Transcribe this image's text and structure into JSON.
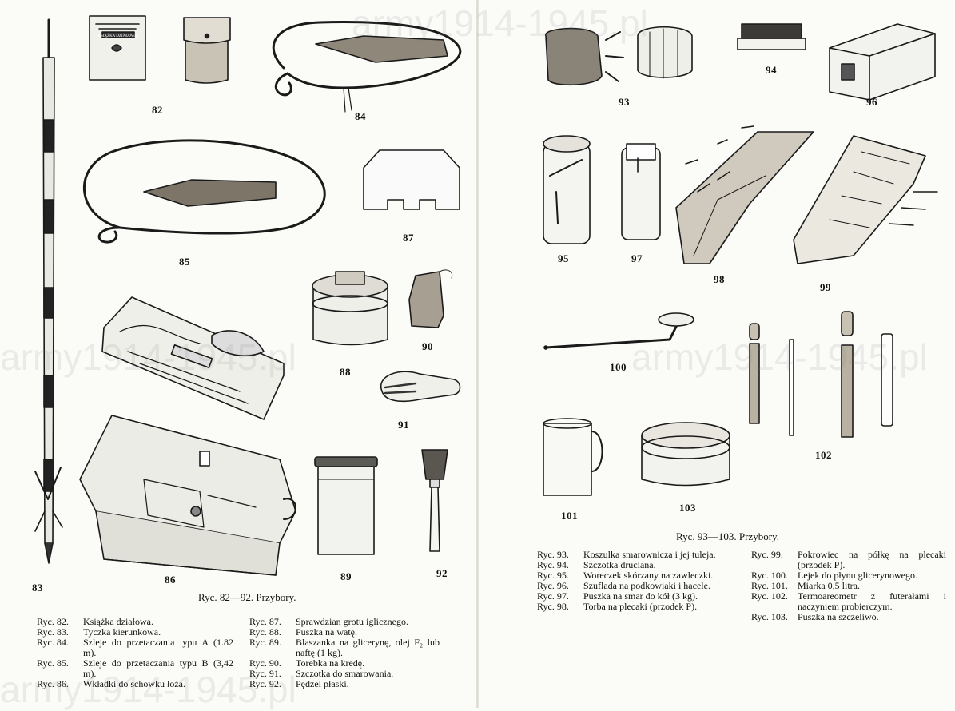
{
  "watermark": "army1914-1945.pl",
  "left_page": {
    "figure_numbers": [
      "82",
      "83",
      "84",
      "85",
      "86",
      "87",
      "88",
      "89",
      "90",
      "91",
      "92"
    ],
    "book_label": "KSIĄŻKA DZIAŁOWA",
    "caption": "Ryc. 82—92. Przybory.",
    "legend_col1": [
      {
        "ref": "Ryc. 82.",
        "text": "Książka działowa."
      },
      {
        "ref": "Ryc. 83.",
        "text": "Tyczka kierunkowa."
      },
      {
        "ref": "Ryc. 84.",
        "text": "Szleje do przetaczania typu A (1.82 m)."
      },
      {
        "ref": "Ryc. 85.",
        "text": "Szleje do przetaczania typu B (3,42 m)."
      },
      {
        "ref": "Ryc. 86.",
        "text": "Wkładki do schowku łoża."
      }
    ],
    "legend_col2": [
      {
        "ref": "Ryc. 87.",
        "text": "Sprawdzian grotu iglicznego."
      },
      {
        "ref": "Ryc. 88.",
        "text": "Puszka na watę."
      },
      {
        "ref": "Ryc. 89.",
        "text": "Blaszanka na glicerynę, olej F₂ lub naftę (1 kg)."
      },
      {
        "ref": "Ryc. 90.",
        "text": "Torebka na kredę."
      },
      {
        "ref": "Ryc. 91.",
        "text": "Szczotka do smarowania."
      },
      {
        "ref": "Ryc. 92.",
        "text": "Pędzel płaski."
      }
    ]
  },
  "right_page": {
    "figure_numbers": [
      "93",
      "94",
      "95",
      "96",
      "97",
      "98",
      "99",
      "100",
      "101",
      "102",
      "103"
    ],
    "caption": "Ryc. 93—103. Przybory.",
    "legend_col1": [
      {
        "ref": "Ryc. 93.",
        "text": "Koszulka smarownicza i jej tuleja."
      },
      {
        "ref": "Ryc. 94.",
        "text": "Szczotka druciana."
      },
      {
        "ref": "Ryc. 95.",
        "text": "Woreczek skórzany na zawleczki."
      },
      {
        "ref": "Ryc. 96.",
        "text": "Szuflada na podkowiaki i hacele."
      },
      {
        "ref": "Ryc. 97.",
        "text": "Puszka na smar do kół (3 kg)."
      },
      {
        "ref": "Ryc. 98.",
        "text": "Torba na plecaki (przodek P)."
      }
    ],
    "legend_col2": [
      {
        "ref": "Ryc. 99.",
        "text": "Pokrowiec na półkę na plecaki (przodek P)."
      },
      {
        "ref": "Ryc. 100.",
        "text": "Lejek do płynu glicerynowego."
      },
      {
        "ref": "Ryc. 101.",
        "text": "Miarka 0,5 litra."
      },
      {
        "ref": "Ryc. 102.",
        "text": "Termoareometr z futerałami i naczyniem probierczym."
      },
      {
        "ref": "Ryc. 103.",
        "text": "Puszka na szczeliwo."
      }
    ]
  }
}
